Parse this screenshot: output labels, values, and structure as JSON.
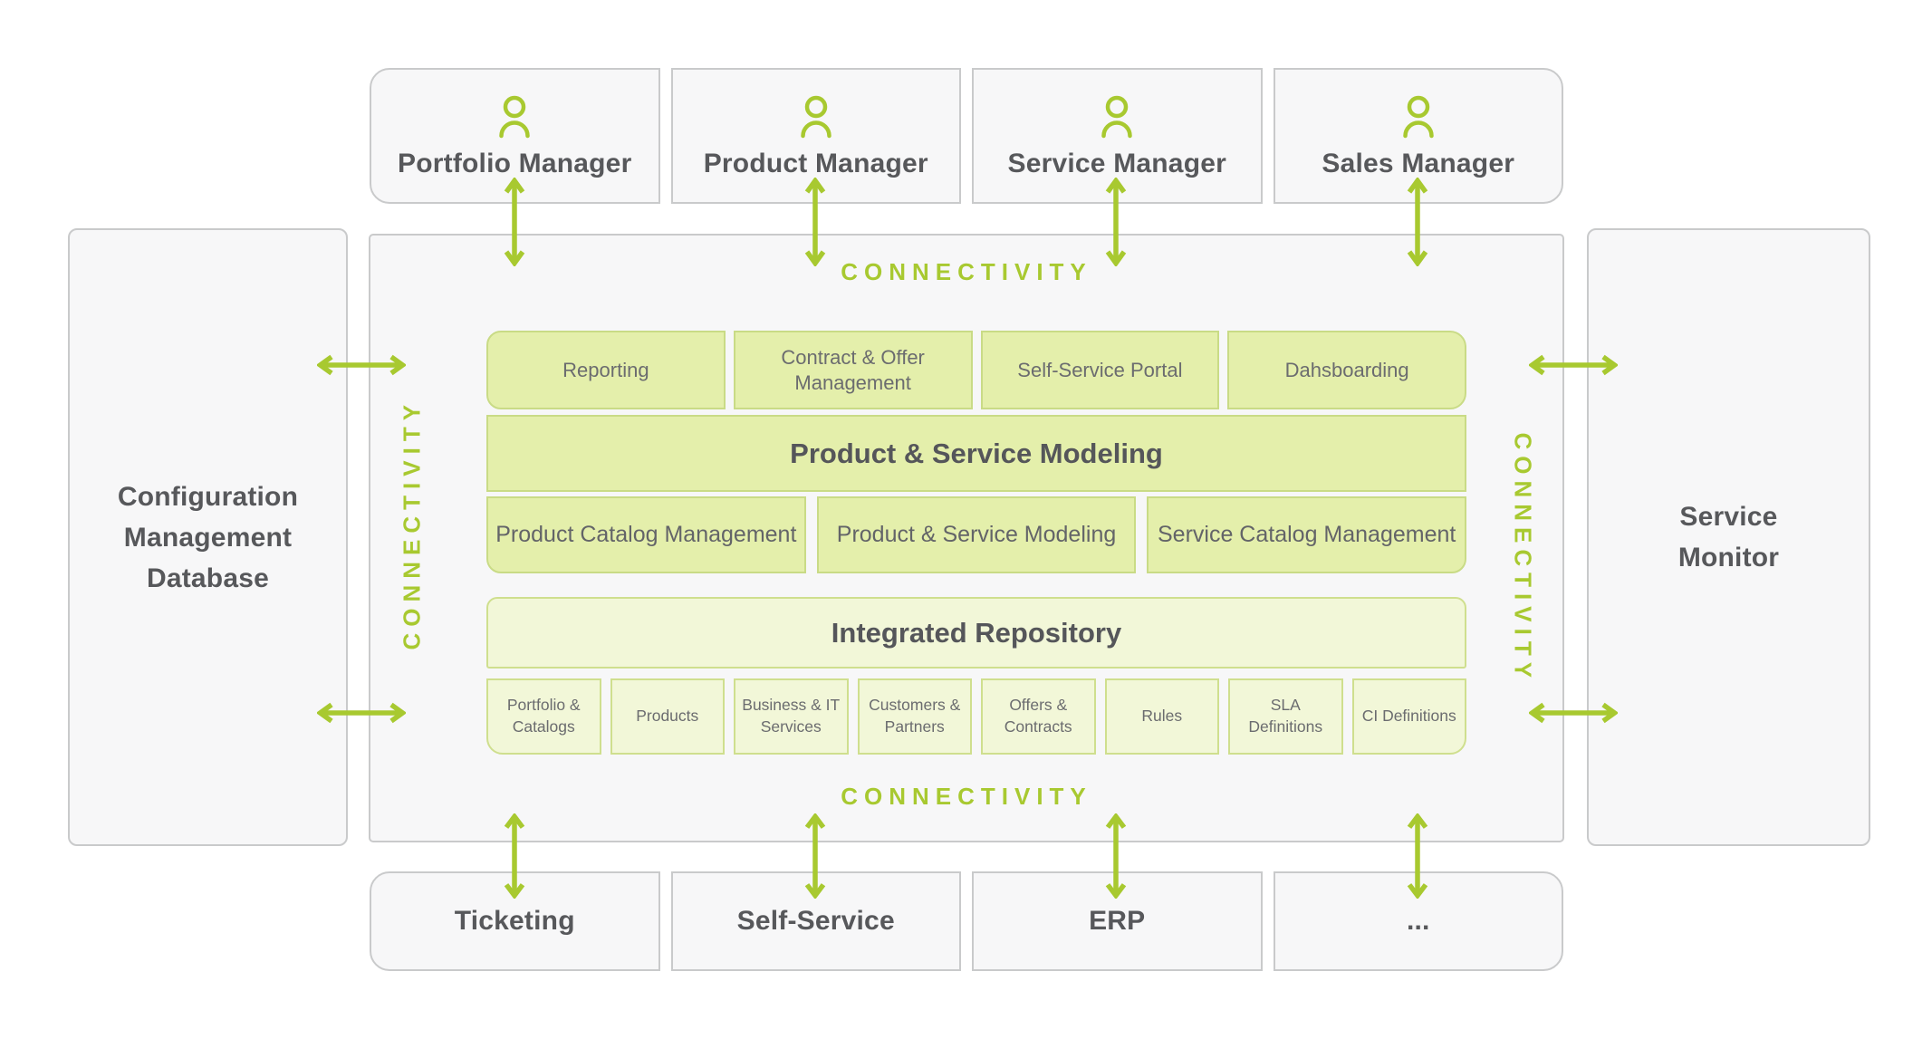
{
  "title": "Product & Service Catalog Architecture Diagram",
  "colors": {
    "accent_green": "#a8c930",
    "green_box_fill": "#e4efab",
    "green_box_border": "#c9db86",
    "light_green_fill": "#f2f7d8",
    "light_green_border": "#cfdf8e",
    "gray_box_fill": "#f7f7f8",
    "gray_box_border": "#c9cacb",
    "text_dark": "#57585b",
    "text_medium": "#6b6c6f"
  },
  "icons": {
    "actor": "person-icon",
    "arrow": "double-headed-arrow"
  },
  "actors": [
    {
      "label": "Portfolio Manager"
    },
    {
      "label": "Product Manager"
    },
    {
      "label": "Service Manager"
    },
    {
      "label": "Sales Manager"
    }
  ],
  "left_panel": {
    "label": "Configuration\nManagement\nDatabase"
  },
  "right_panel": {
    "label": "Service\nMonitor"
  },
  "connectivity": {
    "top": "CONNECTIVITY",
    "bottom": "CONNECTIVITY",
    "left": "CONNECTIVITY",
    "right": "CONNECTIVITY"
  },
  "layers": {
    "applications": [
      "Reporting",
      "Contract & Offer Management",
      "Self-Service Portal",
      "Dahsboarding"
    ],
    "modeling_bar": "Product & Service Modeling",
    "modeling_modules": [
      "Product Catalog Management",
      "Product & Service Modeling",
      "Service Catalog Management"
    ],
    "repository_bar": "Integrated Repository",
    "repository_items": [
      "Portfolio & Catalogs",
      "Products",
      "Business & IT Services",
      "Customers & Partners",
      "Offers & Contracts",
      "Rules",
      "SLA Definitions",
      "CI Definitions"
    ]
  },
  "integrations": [
    {
      "label": "Ticketing"
    },
    {
      "label": "Self-Service"
    },
    {
      "label": "ERP"
    },
    {
      "label": "..."
    }
  ]
}
